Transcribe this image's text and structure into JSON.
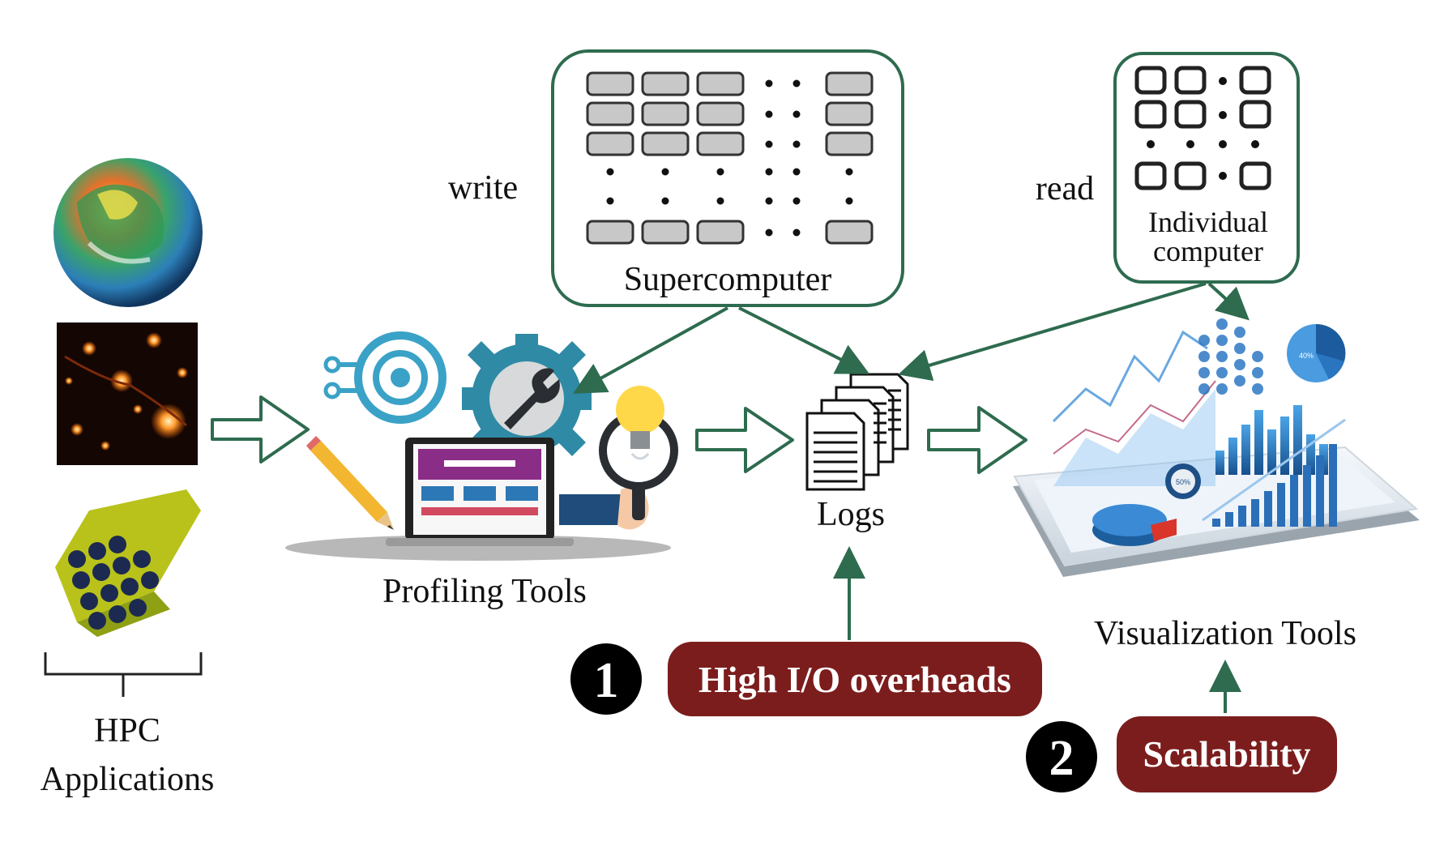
{
  "labels": {
    "hpc_line1": "HPC",
    "hpc_line2": "Applications",
    "profiling": "Profiling Tools",
    "logs": "Logs",
    "visualization": "Visualization Tools",
    "write": "write",
    "read": "read",
    "supercomputer": "Supercomputer",
    "individual_line1": "Individual",
    "individual_line2": "computer"
  },
  "challenges": [
    {
      "number": "1",
      "text": "High I/O overheads"
    },
    {
      "number": "2",
      "text": "Scalability"
    }
  ],
  "chart_badges": {
    "pie_small": "40%",
    "ring": "50%"
  },
  "colors": {
    "arrow_green": "#2e6b4f",
    "challenge_red": "#7c1d1d",
    "number_black": "#000000"
  },
  "icons": [
    "globe-simulation-image",
    "cosmology-simulation-image",
    "fiber-bundle-image",
    "gear-wrench-icon",
    "laptop-icon",
    "pencil-icon",
    "magnifier-bulb-icon",
    "circuit-target-icon",
    "document-stack-icon",
    "tablet-charts-image"
  ]
}
